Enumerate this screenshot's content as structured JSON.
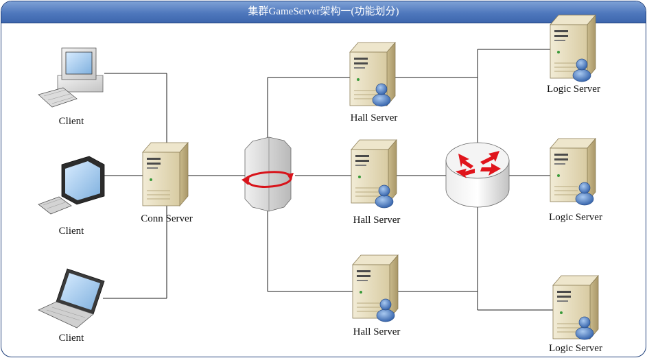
{
  "diagram": {
    "title": "集群GameServer架构一(功能划分)",
    "nodes": {
      "client_1": "Client",
      "client_2": "Client",
      "client_3": "Client",
      "conn_server": "Conn Server",
      "hall_server_1": "Hall Server",
      "hall_server_2": "Hall Server",
      "hall_server_3": "Hall Server",
      "logic_server_1": "Logic Server",
      "logic_server_2": "Logic Server",
      "logic_server_3": "Logic Server"
    },
    "colors": {
      "title_bar": "#4f78bd",
      "frame_border": "#1f3f7a",
      "router_arrows": "#e0141b",
      "server_body": "#e2d8b8",
      "user_icon": "#3f6fb8"
    },
    "icons": {
      "client_1": "desktop-computer-icon",
      "client_2": "flat-monitor-icon",
      "client_3": "laptop-icon",
      "switch": "switch-icon",
      "router": "router-icon",
      "server": "tower-server-icon",
      "user": "user-icon"
    }
  }
}
